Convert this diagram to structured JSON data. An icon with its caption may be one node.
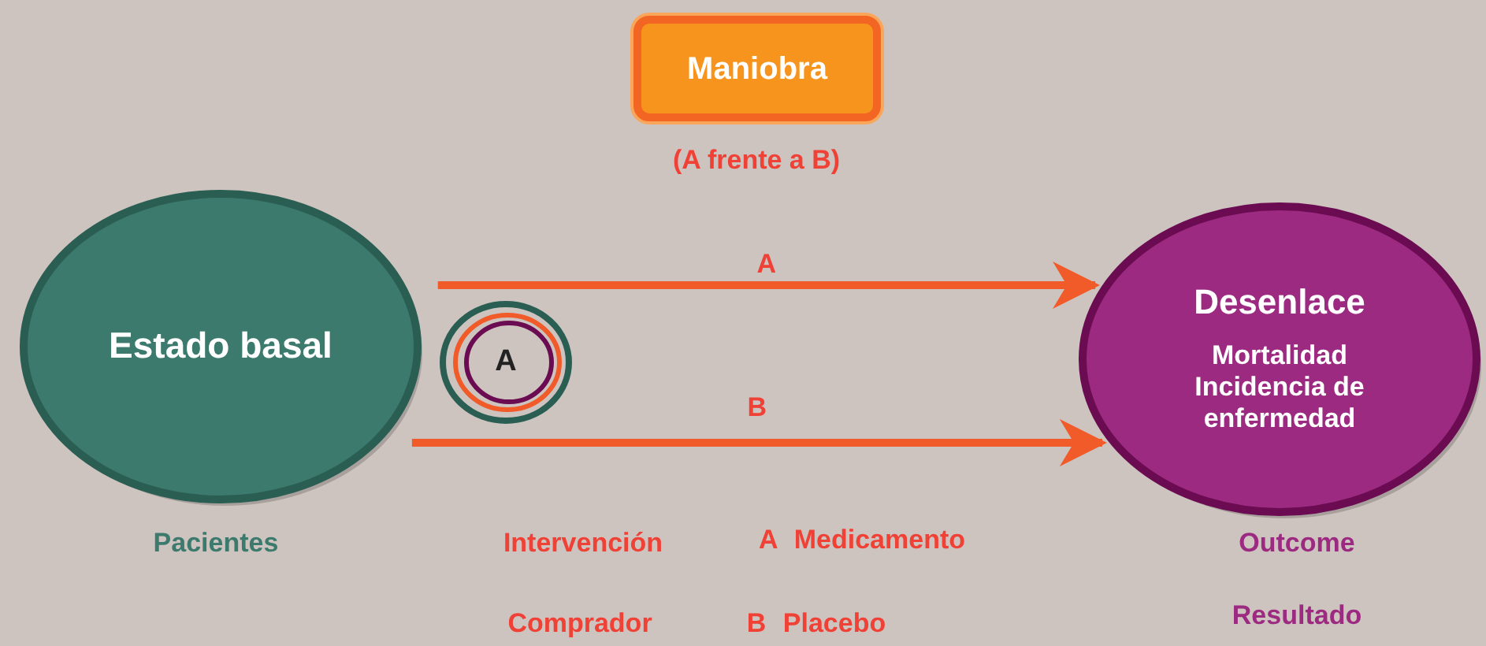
{
  "diagram": {
    "nodes": [
      {
        "text": [
          "Maniobra"
        ],
        "beside": [
          "(A frente a B)"
        ]
      },
      {
        "text": [
          "Estado basal"
        ]
      },
      {
        "text": [
          "A"
        ]
      },
      {
        "text": [
          "Desenlace",
          "Mortalidad Incidencia de enfermedad"
        ]
      }
    ],
    "edges": [
      {
        "from": 1,
        "to": 3,
        "arrow": "to",
        "label": "A"
      },
      {
        "from": 1,
        "to": 3,
        "arrow": "to",
        "label": "B"
      }
    ],
    "labels": [
      "Pacientes",
      "Intervención",
      "A Medicamento",
      "Outcome",
      "Comprador",
      "B Placebo",
      "Resultado"
    ]
  }
}
